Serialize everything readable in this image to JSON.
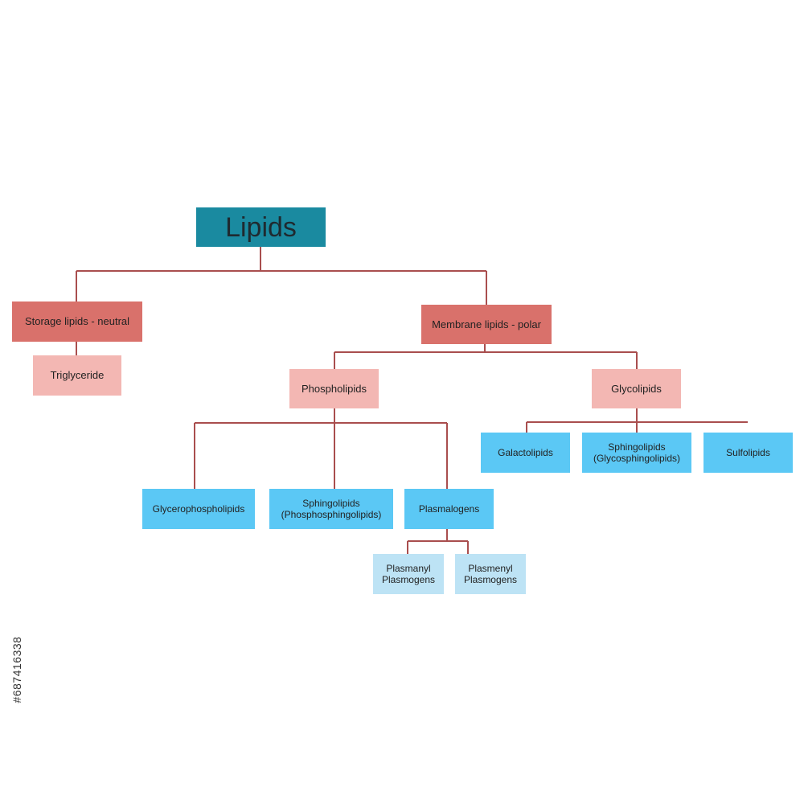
{
  "nodes": {
    "lipids": "Lipids",
    "storage": "Storage lipids - neutral",
    "triglyceride": "Triglyceride",
    "membrane": "Membrane lipids - polar",
    "phospholipids": "Phospholipids",
    "glycolipids": "Glycolipids",
    "glycerophospholipids": "Glycerophospholipids",
    "sphingo_phospho": "Sphingolipids\n(Phosphosphingolipids)",
    "plasmalogens": "Plasmalogens",
    "plasmanyl": "Plasmanyl\nPlasmogens",
    "plasmenyl": "Plasmenyl\nPlasmogens",
    "galactolipids": "Galactolipids",
    "sphingo_glyco": "Sphingolipids\n(Glycosphingolipids)",
    "sulfolipids": "Sulfolipids"
  },
  "watermark": "#687416338",
  "colors": {
    "root": "#1a8aa0",
    "category": "#d9716b",
    "subcategory": "#f3b7b3",
    "leaf": "#5bc8f5",
    "leaf_light": "#bde3f5",
    "connector": "#a94e4e"
  }
}
